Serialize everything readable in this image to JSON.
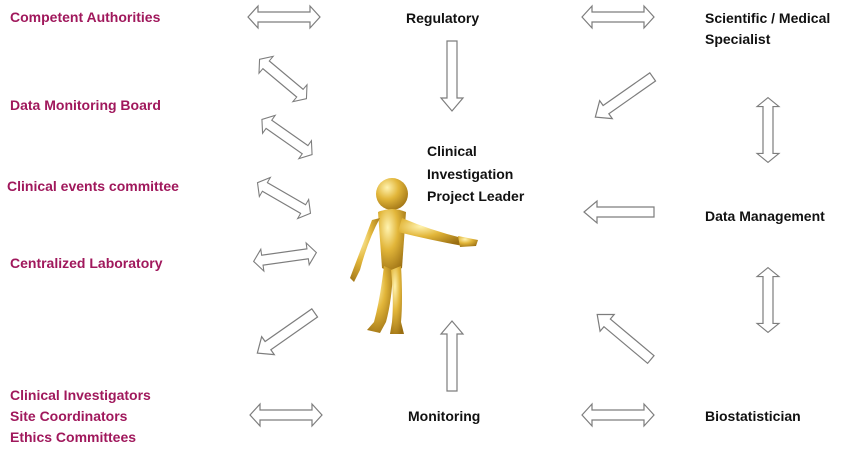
{
  "colors": {
    "left_labels": "#a0185c",
    "dark_labels": "#111111",
    "arrow_outline": "#7d7d7d",
    "figure": "#d9a928"
  },
  "left": {
    "competent_authorities": "Competent Authorities",
    "data_monitoring_board": "Data Monitoring Board",
    "clinical_events_committee": "Clinical events committee",
    "centralized_laboratory": "Centralized Laboratory",
    "clinical_investigators": "Clinical Investigators",
    "site_coordinators": "Site Coordinators",
    "ethics_committees": "Ethics Committees"
  },
  "center": {
    "regulatory": "Regulatory",
    "leader_line1": "Clinical",
    "leader_line2": "Investigation",
    "leader_line3": "Project Leader",
    "monitoring": "Monitoring"
  },
  "right": {
    "scientific_line1": "Scientific / Medical",
    "scientific_line2": "Specialist",
    "data_management": "Data Management",
    "biostatistician": "Biostatistician"
  },
  "figure_icon": "pointing-person-figure-icon"
}
